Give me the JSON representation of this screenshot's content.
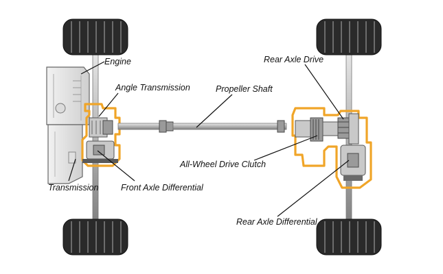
{
  "labels": {
    "engine": "Engine",
    "angle_transmission": "Angle Transmission",
    "propeller_shaft": "Propeller Shaft",
    "rear_axle_drive": "Rear Axle Drive",
    "all_wheel_drive_clutch": "All-Wheel Drive Clutch",
    "transmission": "Transmission",
    "front_axle_differential": "Front Axle Differential",
    "rear_axle_differential": "Rear Axle Differential"
  },
  "colors": {
    "housing_outline": "#f0a528",
    "tire": "#2a2a2a",
    "metal": "#c9c9c9",
    "text": "#111111"
  }
}
